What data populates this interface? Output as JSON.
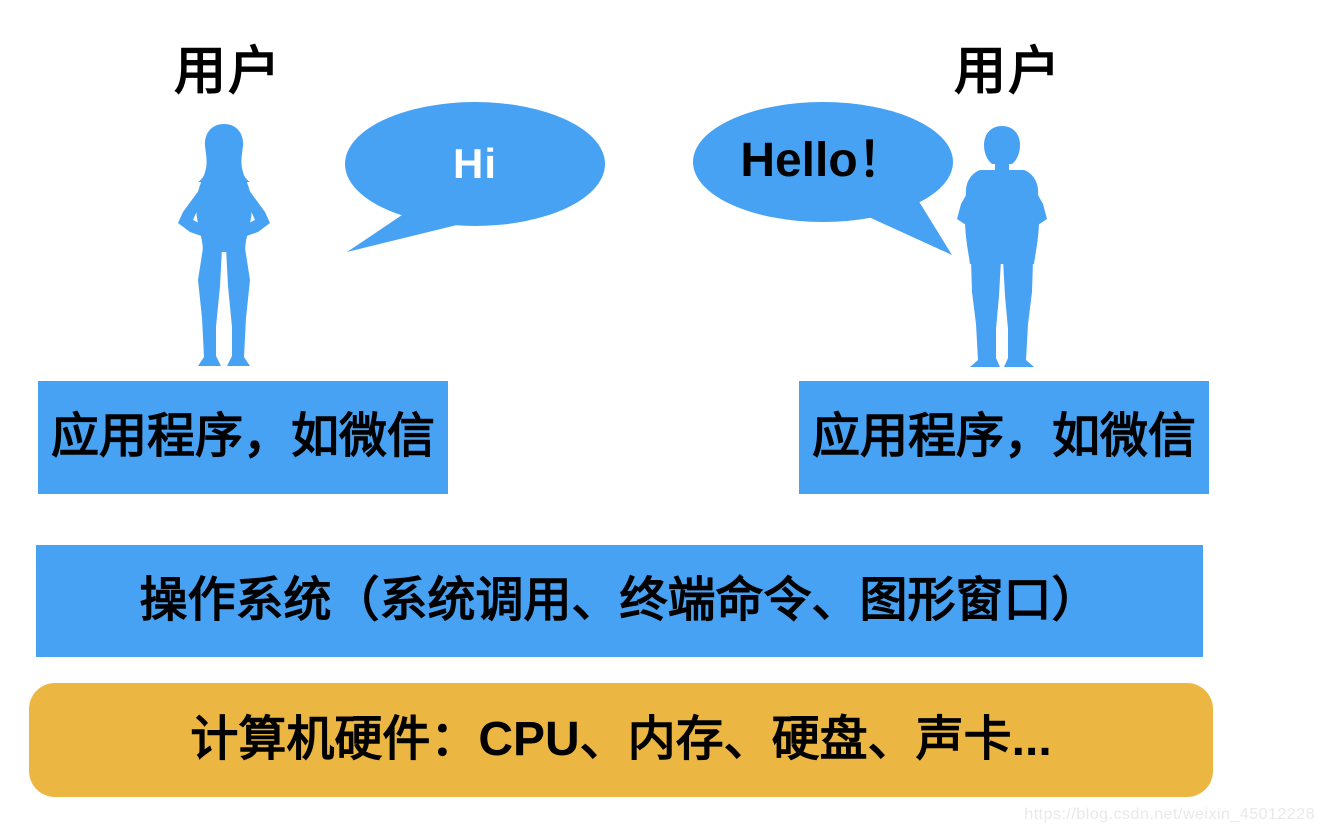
{
  "diagram": {
    "title_implied": "operating-system-layers",
    "users": {
      "left_label": "用户",
      "right_label": "用户"
    },
    "speech": {
      "hi": "Hi",
      "hello": "Hello！"
    },
    "layers": {
      "app_left": "应用程序，如微信",
      "app_right": "应用程序，如微信",
      "os": "操作系统（系统调用、终端命令、图形窗口）",
      "hardware": "计算机硬件：CPU、内存、硬盘、声卡..."
    },
    "watermark": "https://blog.csdn.net/weixin_45012228",
    "colors": {
      "layer_blue": "#48A2F3",
      "hardware_yellow": "#EBB642",
      "text_black": "#000000",
      "hi_text_white": "#FFFFFF",
      "watermark_gray": "#E9E9E9"
    }
  }
}
